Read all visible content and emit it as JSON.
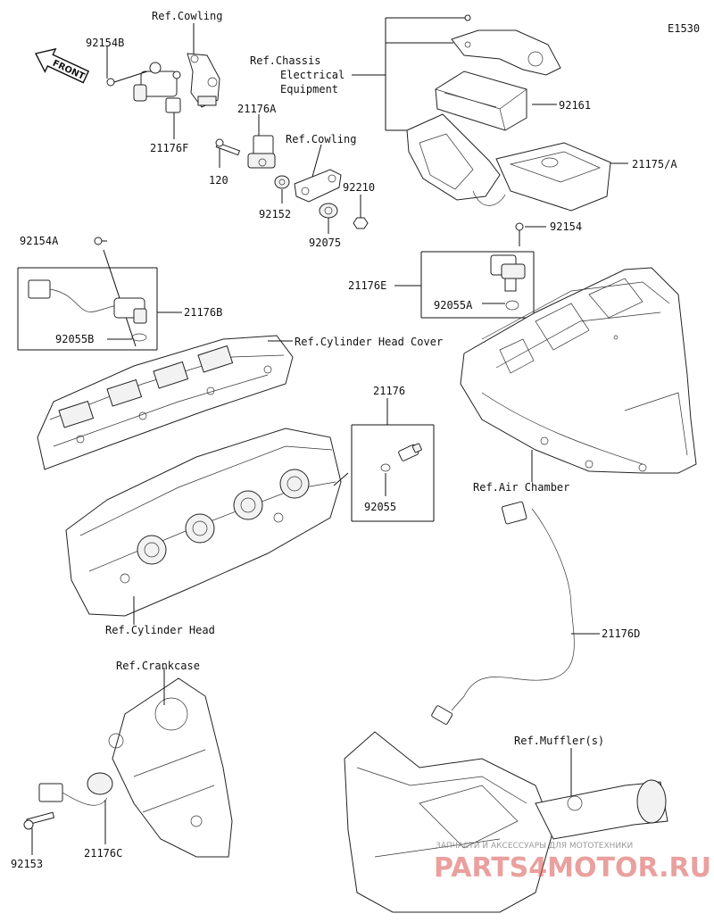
{
  "diagram_code": "E1530",
  "front_label": "FRONT",
  "labels": {
    "ref_cowling_1": "Ref.Cowling",
    "p92154B": "92154B",
    "p21176F": "21176F",
    "ref_chassis_1": "Ref.Chassis",
    "ref_chassis_2": "Electrical",
    "ref_chassis_3": "Equipment",
    "p92161": "92161",
    "p21176A": "21176A",
    "ref_cowling_2": "Ref.Cowling",
    "p120": "120",
    "p92152": "92152",
    "p92210": "92210",
    "p92075": "92075",
    "p21175A": "21175/A",
    "p92154": "92154",
    "p92154A": "92154A",
    "p21176E": "21176E",
    "p92055A": "92055A",
    "p21176B": "21176B",
    "p92055B": "92055B",
    "ref_head_cover": "Ref.Cylinder Head Cover",
    "p21176": "21176",
    "p92055": "92055",
    "ref_air_chamber": "Ref.Air Chamber",
    "ref_cylinder_head": "Ref.Cylinder Head",
    "p21176D": "21176D",
    "ref_crankcase": "Ref.Crankcase",
    "ref_mufflers": "Ref.Muffler(s)",
    "p92153": "92153",
    "p21176C": "21176C"
  },
  "watermark": {
    "tagline": "ЗАПЧАСТИ И АКСЕССУАРЫ ДЛЯ МОТОТЕХНИКИ",
    "brand": "PARTS4MOTOR.RU"
  },
  "colors": {
    "line": "#111111",
    "watermark_red": "#d9534f",
    "watermark_gray": "#9a9a9a"
  }
}
